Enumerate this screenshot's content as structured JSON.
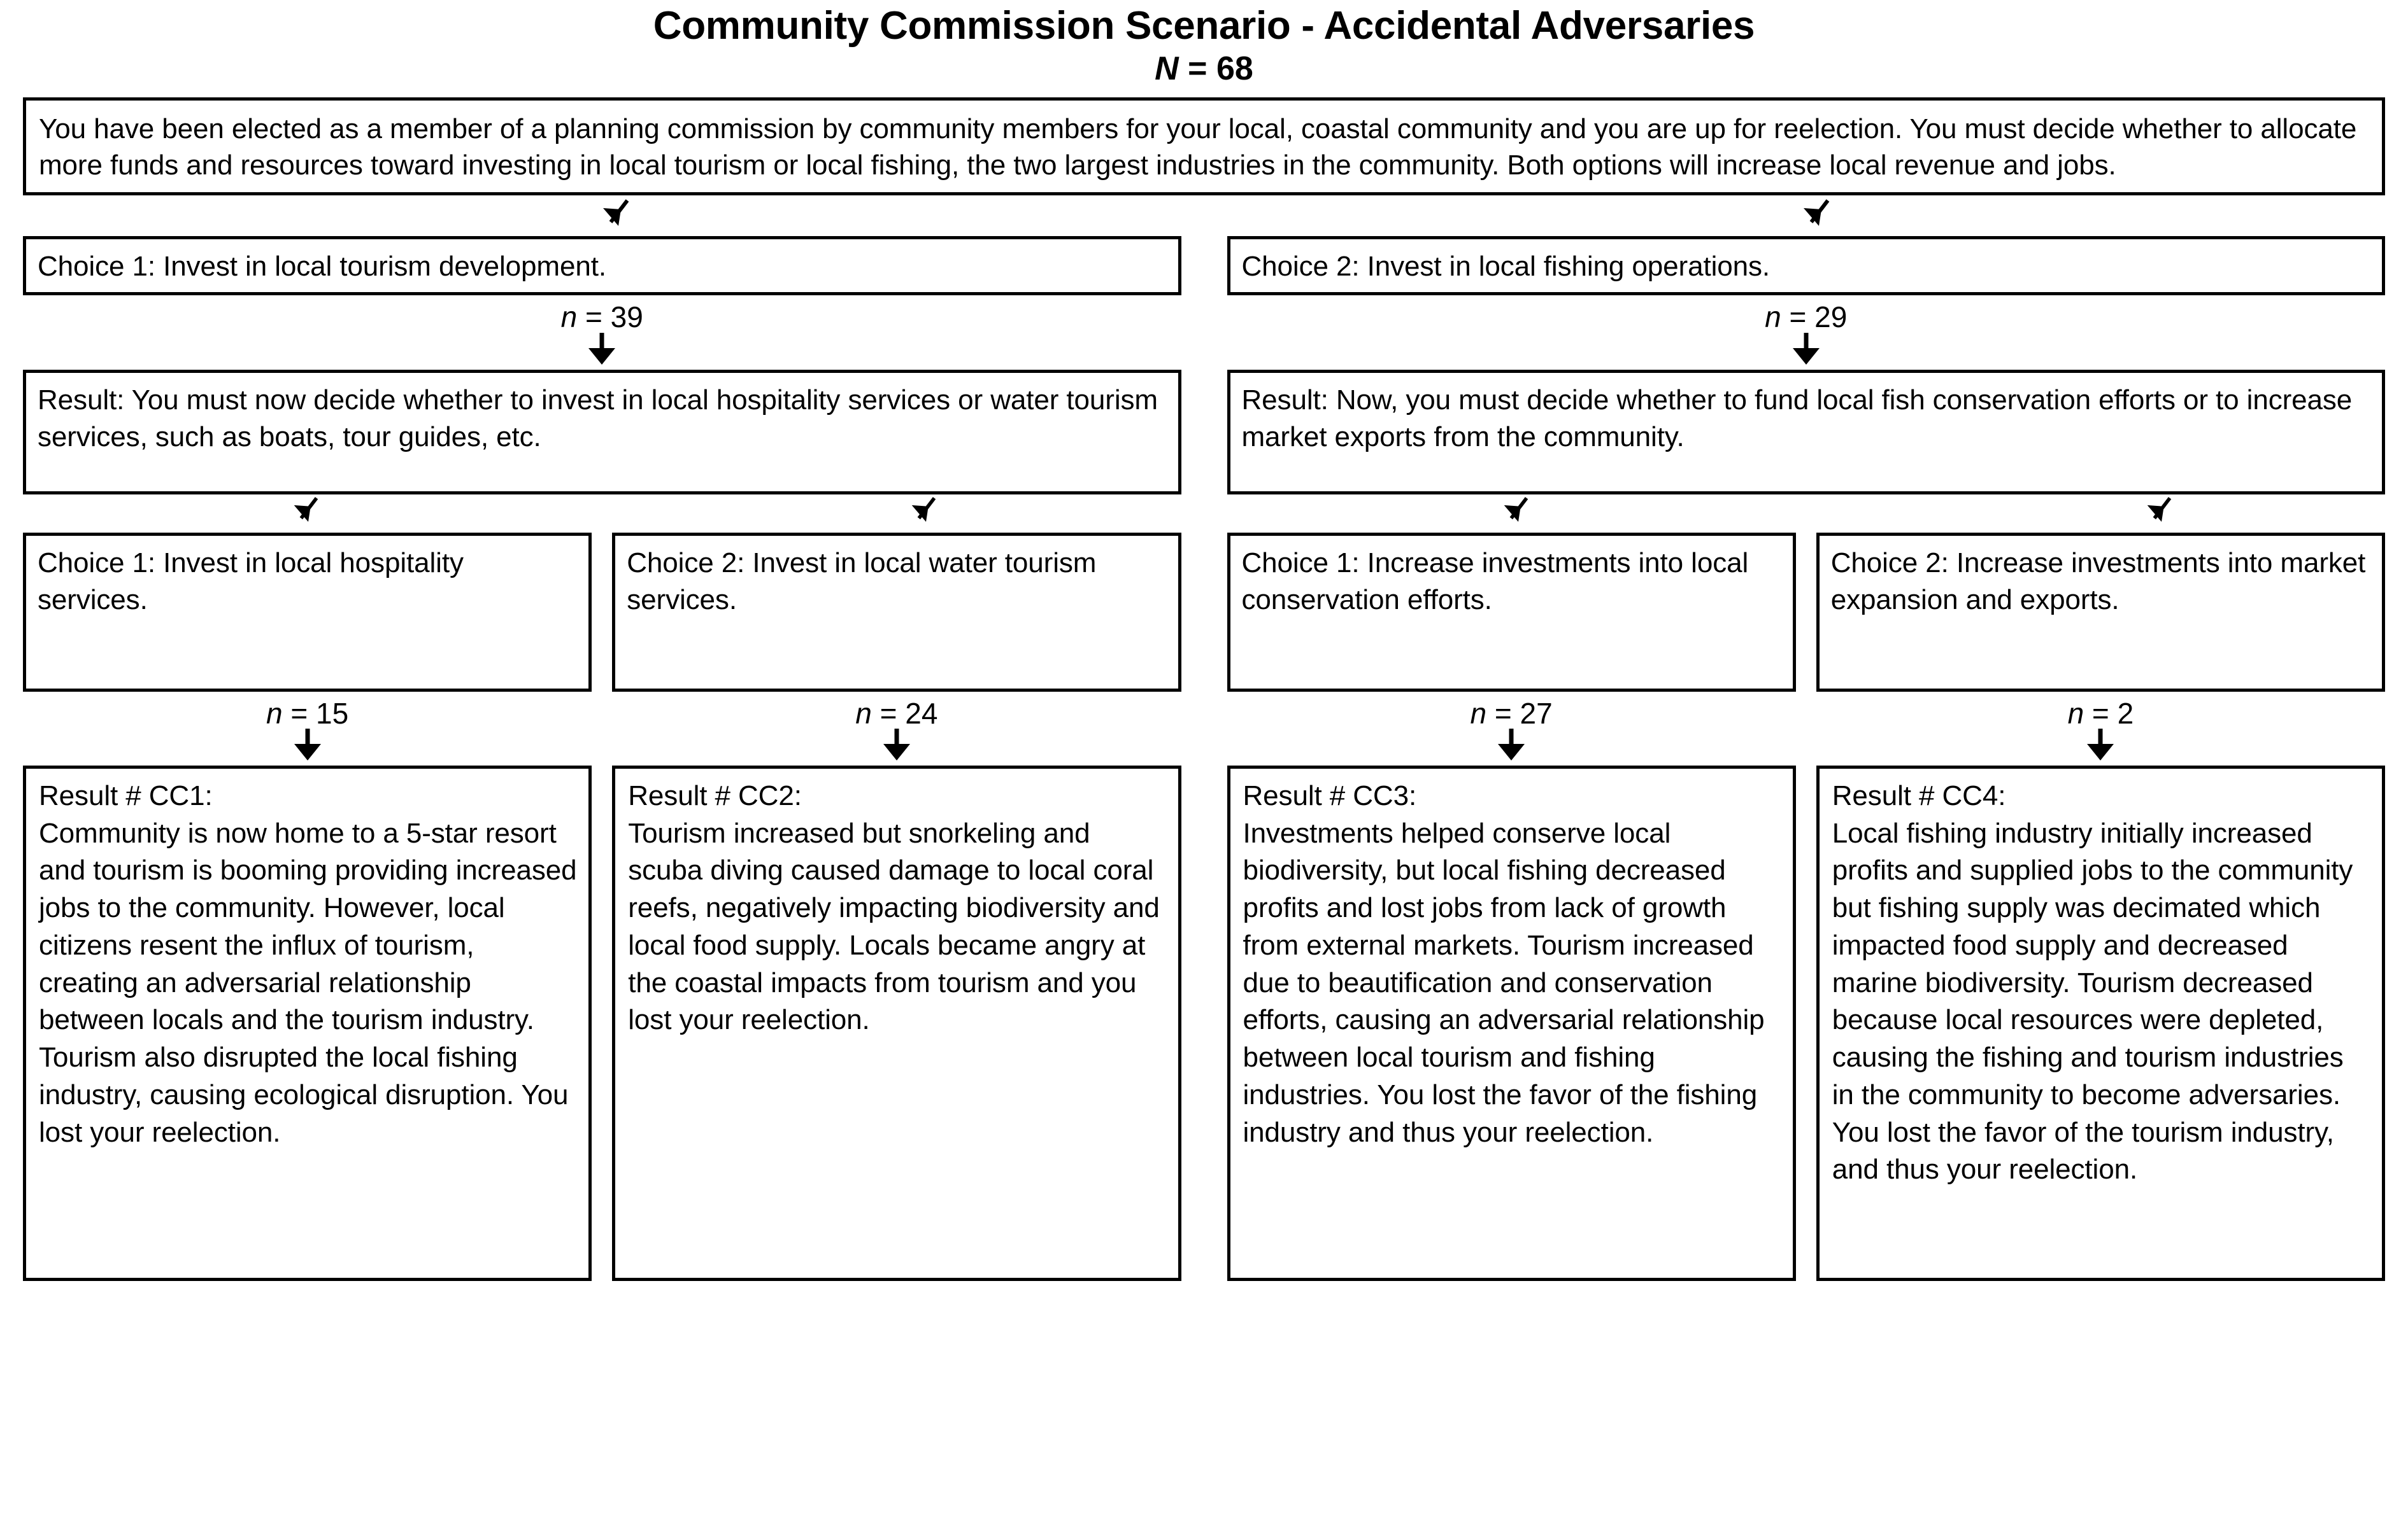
{
  "title": {
    "main": "Community Commission Scenario - Accidental Adversaries",
    "n_italic": "N",
    "n_rest": " = 68"
  },
  "prompt": {
    "text": " You have been elected as a member of a planning commission by community members for your local, coastal community and you are up for reelection. You must decide whether to allocate more funds and resources toward investing in local tourism or local fishing, the two largest industries in the community. Both options will increase local revenue and jobs."
  },
  "level1": [
    {
      "choice": "Choice 1: Invest in local tourism development.",
      "n_italic": "n",
      "n_rest": " = 39",
      "result": "Result: You must now decide whether to invest in local hospitality services or water tourism services, such as boats, tour guides, etc."
    },
    {
      "choice": "Choice 2: Invest in local fishing operations.",
      "n_italic": "n",
      "n_rest": " = 29",
      "result": "Result: Now, you must decide whether to fund local fish conservation efforts or to increase market exports from the community."
    }
  ],
  "level2": [
    {
      "choice": "Choice 1: Invest in local hospitality services.",
      "n_italic": "n",
      "n_rest": " = 15",
      "result_label": "Result # CC1:",
      "result_text": "Community is now home to a 5-star resort and tourism is booming providing increased jobs to the community. However, local citizens resent the influx of tourism, creating an adversarial relationship between locals and the tourism industry. Tourism also disrupted the local fishing industry, causing ecological disruption. You lost your reelection."
    },
    {
      "choice": "Choice 2: Invest in local water tourism services.",
      "n_italic": "n",
      "n_rest": " = 24",
      "result_label": "Result # CC2:",
      "result_text": "Tourism increased but snorkeling and scuba diving caused damage to local coral reefs, negatively impacting biodiversity and local food supply. Locals became angry at the coastal impacts from tourism and you lost your reelection."
    },
    {
      "choice": "Choice 1: Increase investments into local conservation efforts.",
      "n_italic": "n",
      "n_rest": " = 27",
      "result_label": "Result # CC3:",
      "result_text": "Investments helped conserve local biodiversity, but local fishing decreased profits and lost jobs from lack of growth  from external markets. Tourism increased due to beautification and conservation efforts, causing an adversarial relationship between local tourism and fishing industries. You lost the favor of the fishing industry and thus your reelection."
    },
    {
      "choice": "Choice 2: Increase investments into market expansion and exports.",
      "n_italic": "n",
      "n_rest": " = 2",
      "result_label": "Result # CC4:",
      "result_text": "Local fishing industry initially increased profits and supplied jobs to the community but fishing supply was decimated which impacted food supply and decreased marine biodiversity. Tourism decreased because local resources were depleted, causing the fishing and tourism industries in the community to become adversaries. You lost the favor of the tourism industry, and thus your reelection."
    }
  ],
  "colors": {
    "line": "#000000",
    "background": "#ffffff"
  }
}
